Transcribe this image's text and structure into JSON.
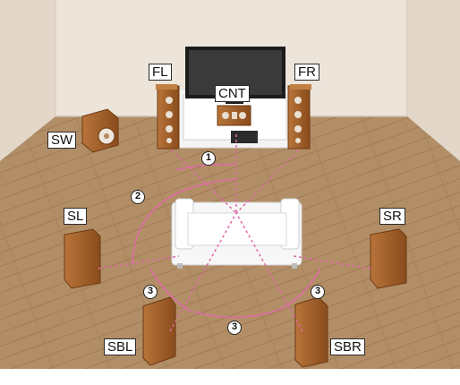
{
  "speakers": {
    "fl": "FL",
    "fr": "FR",
    "cnt": "CNT",
    "sw": "SW",
    "sl": "SL",
    "sr": "SR",
    "sbl": "SBL",
    "sbr": "SBR"
  },
  "distance_markers": {
    "front": "1",
    "surround": "2",
    "back_left": "3",
    "back_right": "3",
    "back_between": "3"
  },
  "colors": {
    "wall": "#ede4da",
    "floor": "#b28e67",
    "speaker_wood": "#9a5a24",
    "guide_line": "#e06aa8"
  }
}
